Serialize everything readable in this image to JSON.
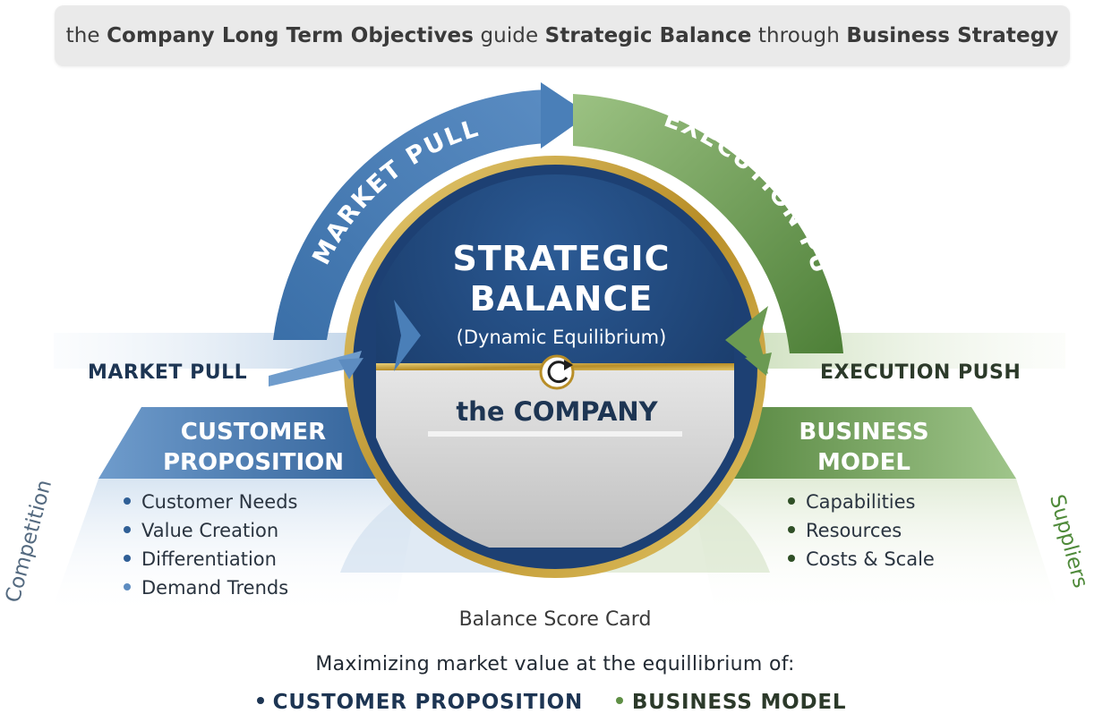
{
  "header": {
    "segments": [
      {
        "text": "the ",
        "bold": false
      },
      {
        "text": "Company Long Term Objectives",
        "bold": true
      },
      {
        "text": " guide ",
        "bold": false
      },
      {
        "text": "Strategic Balance",
        "bold": true
      },
      {
        "text": " through ",
        "bold": false
      },
      {
        "text": "Business Strategy",
        "bold": true
      }
    ]
  },
  "arcs": {
    "left_label": "MARKET PULL",
    "right_label": "EXECUTION PUSH"
  },
  "center": {
    "title_line1": "STRATEGIC",
    "title_line2": "BALANCE",
    "subtitle": "(Dynamic Equilibrium)",
    "company": "the COMPANY",
    "cycle_icon": "cycle-arrows-icon"
  },
  "left": {
    "force_label": "MARKET PULL",
    "panel_title_line1": "CUSTOMER",
    "panel_title_line2": "PROPOSITION",
    "bullets": [
      "Customer Needs",
      "Value Creation",
      "Differentiation",
      "Demand Trends"
    ],
    "side_label": "Competition"
  },
  "right": {
    "force_label": "EXECUTION PUSH",
    "panel_title_line1": "BUSINESS",
    "panel_title_line2": "MODEL",
    "bullets": [
      "Capabilities",
      "Resources",
      "Costs & Scale"
    ],
    "side_label": "Suppliers"
  },
  "footer": {
    "scorecard": "Balance Score Card",
    "maximizing": "Maximizing market value at the equillibrium of:",
    "items": [
      "CUSTOMER PROPOSITION",
      "BUSINESS MODEL"
    ]
  },
  "colors": {
    "blue": "#2f5f96",
    "blue_dark": "#1f3f6e",
    "blue_light": "#5d8cc0",
    "green": "#5f8f45",
    "green_light": "#88b26a",
    "gold": "#c8a23a",
    "navy_text": "#1d3553",
    "green_text": "#4f8a3a",
    "gray_text": "#546a80"
  }
}
